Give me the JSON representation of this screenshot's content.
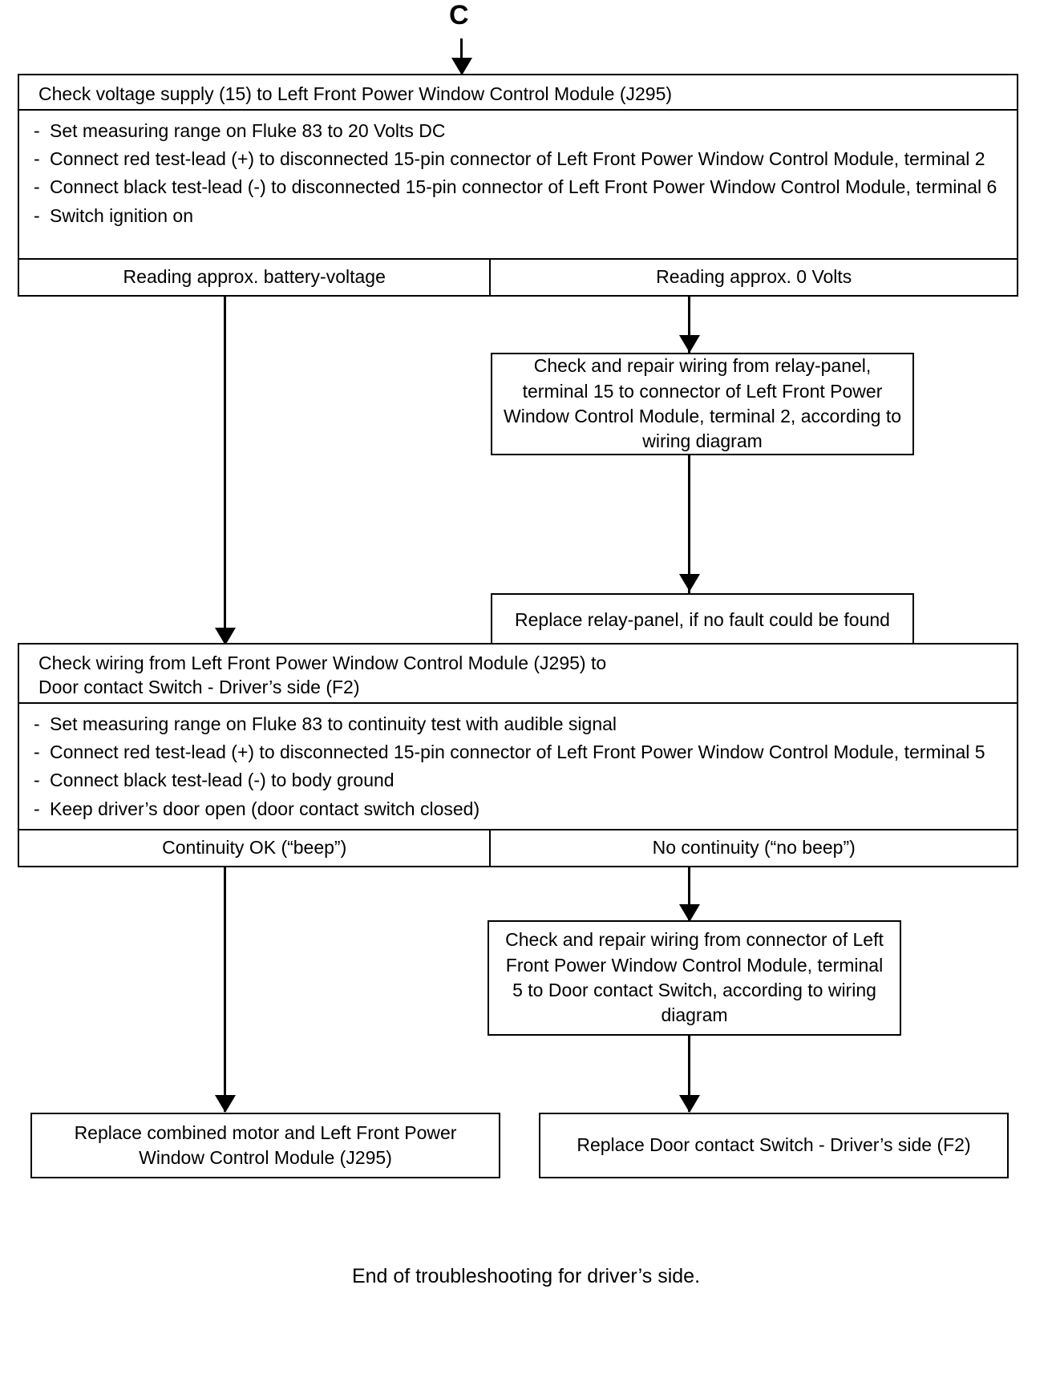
{
  "connector": {
    "label": "C"
  },
  "blocks": {
    "voltage_test": {
      "title": "Check voltage supply (15) to Left Front Power Window Control Module (J295)",
      "steps": [
        "Set measuring range on Fluke 83 to 20 Volts DC",
        "Connect red test-lead (+) to disconnected 15-pin connector of Left Front Power Window Control Module, terminal 2",
        "Connect black test-lead (-) to disconnected 15-pin connector of Left Front Power Window Control Module, terminal 6",
        "Switch ignition on"
      ],
      "result_left": "Reading approx. battery-voltage",
      "result_right": "Reading approx. 0 Volts"
    },
    "continuity_test": {
      "title_line1": "Check wiring from Left Front Power Window Control Module (J295) to",
      "title_line2": "Door contact Switch - Driver’s side (F2)",
      "steps": [
        "Set measuring range on Fluke 83 to continuity test with audible signal",
        "Connect red test-lead (+) to disconnected 15-pin connector of Left Front Power Window Control Module, terminal 5",
        "Connect black test-lead (-) to body ground",
        "Keep driver’s door open (door contact switch closed)"
      ],
      "result_left": "Continuity OK (“beep”)",
      "result_right": "No continuity (“no beep”)"
    }
  },
  "actions": {
    "repair_relay_wiring": "Check and repair wiring from relay-panel, terminal 15 to connector of Left Front Power Window Control Module, terminal 2, according to wiring diagram",
    "replace_relay_panel": "Replace relay-panel, if no fault could be found",
    "repair_door_switch_wiring": "Check and repair wiring from connector of Left Front Power Window Control Module, terminal 5 to Door contact Switch, according to wiring diagram",
    "replace_motor_module": "Replace combined motor and Left Front Power Window Control Module (J295)",
    "replace_door_switch": "Replace Door contact Switch - Driver’s side (F2)"
  },
  "footer": {
    "note": "End of troubleshooting for driver’s side."
  },
  "step_marker": "-",
  "colors": {
    "line": "#000000",
    "background": "#ffffff"
  }
}
